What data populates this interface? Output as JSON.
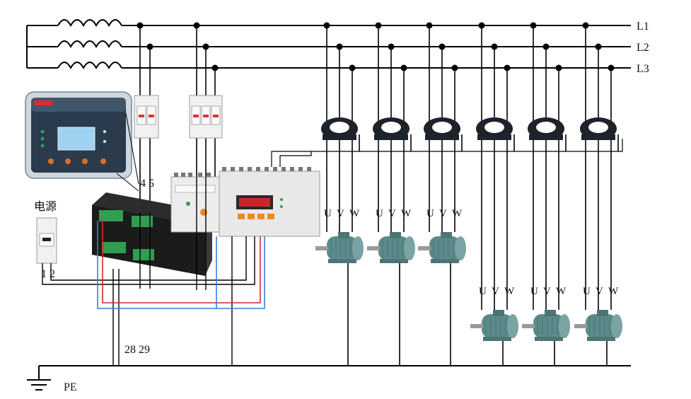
{
  "buses": [
    {
      "label": "L1"
    },
    {
      "label": "L2"
    },
    {
      "label": "L3"
    }
  ],
  "ground": {
    "label": "PE"
  },
  "power_supply": {
    "label": "电源",
    "terminals": "1 2"
  },
  "monitor_terminals": {
    "top": "4 5",
    "bottom": "28 29"
  },
  "motor_phase_labels": [
    "U",
    "V",
    "W"
  ],
  "motor_count": 6,
  "colors": {
    "wire": "#000000",
    "red_wire": "#d42a2a",
    "blue_wire": "#3b7fd6",
    "motor_body": "#5c8a8a",
    "ct_ring": "#1d222b",
    "module_body": "#e8e8e8",
    "terminal_green": "#2e9e4f",
    "display_bg": "#2a3b4d",
    "lcd_blue": "#9fd2f0",
    "led_red": "#e5262b",
    "indicator_orange": "#ef8a1f"
  }
}
